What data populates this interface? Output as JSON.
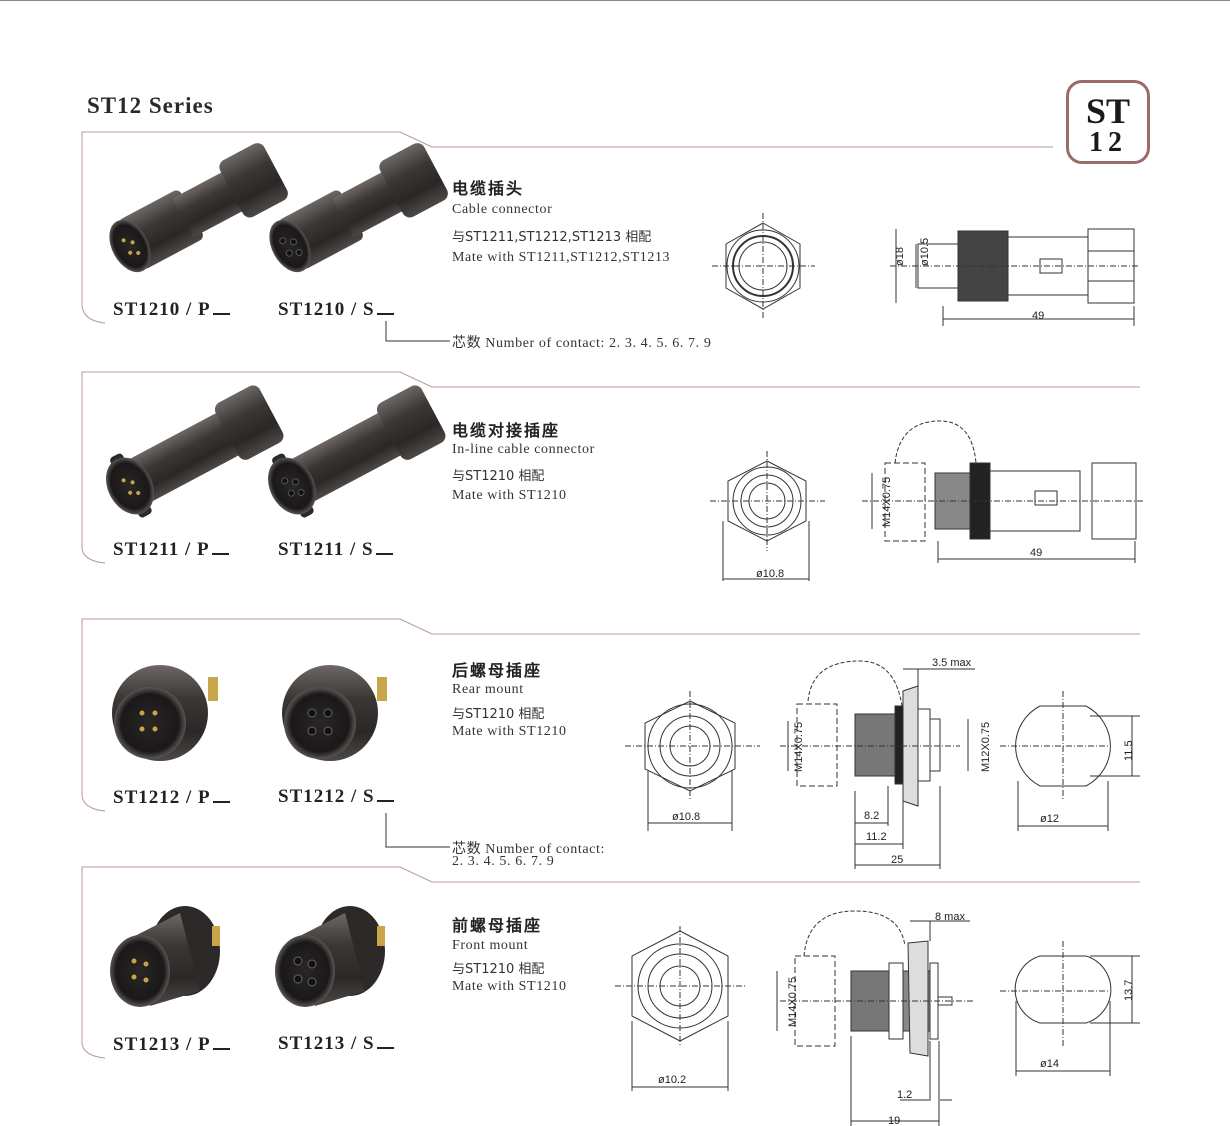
{
  "header": {
    "series_title": "ST12 Series",
    "badge_line1": "ST",
    "badge_line2": "12"
  },
  "sections": [
    {
      "title_cn": "电缆插头",
      "title_en": "Cable connector",
      "mate_cn": "与ST1211,ST1212,ST1213 相配",
      "mate_en": "Mate with  ST1211,ST1212,ST1213",
      "model_p": "ST1210 / P",
      "model_s": "ST1210 / S",
      "contacts": "芯数 Number  of  contact:  2. 3. 4. 5. 6. 7. 9",
      "dims": {
        "d1": "ø18",
        "d2": "ø10.5",
        "len": "49"
      }
    },
    {
      "title_cn": "电缆对接插座",
      "title_en": "In-line cable connector",
      "mate_cn": "与ST1210 相配",
      "mate_en": "Mate  with  ST1210",
      "model_p": "ST1211 / P",
      "model_s": "ST1211 / S",
      "dims": {
        "front": "ø10.8",
        "thread": "M14X0.75",
        "len": "49"
      }
    },
    {
      "title_cn": "后螺母插座",
      "title_en": "Rear mount",
      "mate_cn": "与ST1210 相配",
      "mate_en": "Mate  with  ST1210",
      "model_p": "ST1212 / P",
      "model_s": "ST1212 / S",
      "contacts_line1": "芯数 Number  of  contact:",
      "contacts_line2": "2. 3. 4. 5. 6. 7. 9",
      "dims": {
        "front": "ø10.8",
        "thread": "M14X0.75",
        "panel": "3.5 max",
        "thread2": "M12X0.75",
        "a": "8.2",
        "b": "11.2",
        "c": "25",
        "flat": "11.5",
        "hole": "ø12"
      }
    },
    {
      "title_cn": "前螺母插座",
      "title_en": "Front mount",
      "mate_cn": "与ST1210 相配",
      "mate_en": "Mate  with  ST1210",
      "model_p": "ST1213 / P",
      "model_s": "ST1213 / S",
      "dims": {
        "front": "ø10.2",
        "thread": "M14X0.75",
        "panel": "8 max",
        "a": "1.2",
        "c": "19",
        "flat": "13.7",
        "hole": "ø14"
      }
    }
  ],
  "colors": {
    "frame": "#b89a98",
    "badge": "#9a6b68",
    "metal": "#3a3634"
  }
}
